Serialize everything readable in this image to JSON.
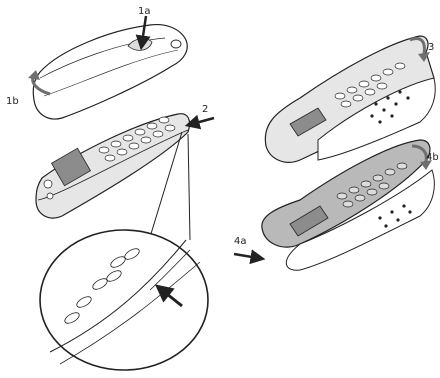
{
  "labels": {
    "step_1a": "1a",
    "step_1b": "1b",
    "step_2": "2",
    "step_3": "3",
    "step_4a": "4a",
    "step_4b": "4b"
  },
  "colors": {
    "outline": "#222222",
    "cover_fill": "#ffffff",
    "phone_fill": "#e6e6e6",
    "phone_dark_fill": "#b9b9b9",
    "screen_fill": "#8c8c8c",
    "arrow_grey": "#6f6f6f"
  },
  "icons": [
    "arrow-icon",
    "curved-arrow-icon",
    "phone-handset",
    "battery-cover",
    "magnifier-ellipse"
  ]
}
